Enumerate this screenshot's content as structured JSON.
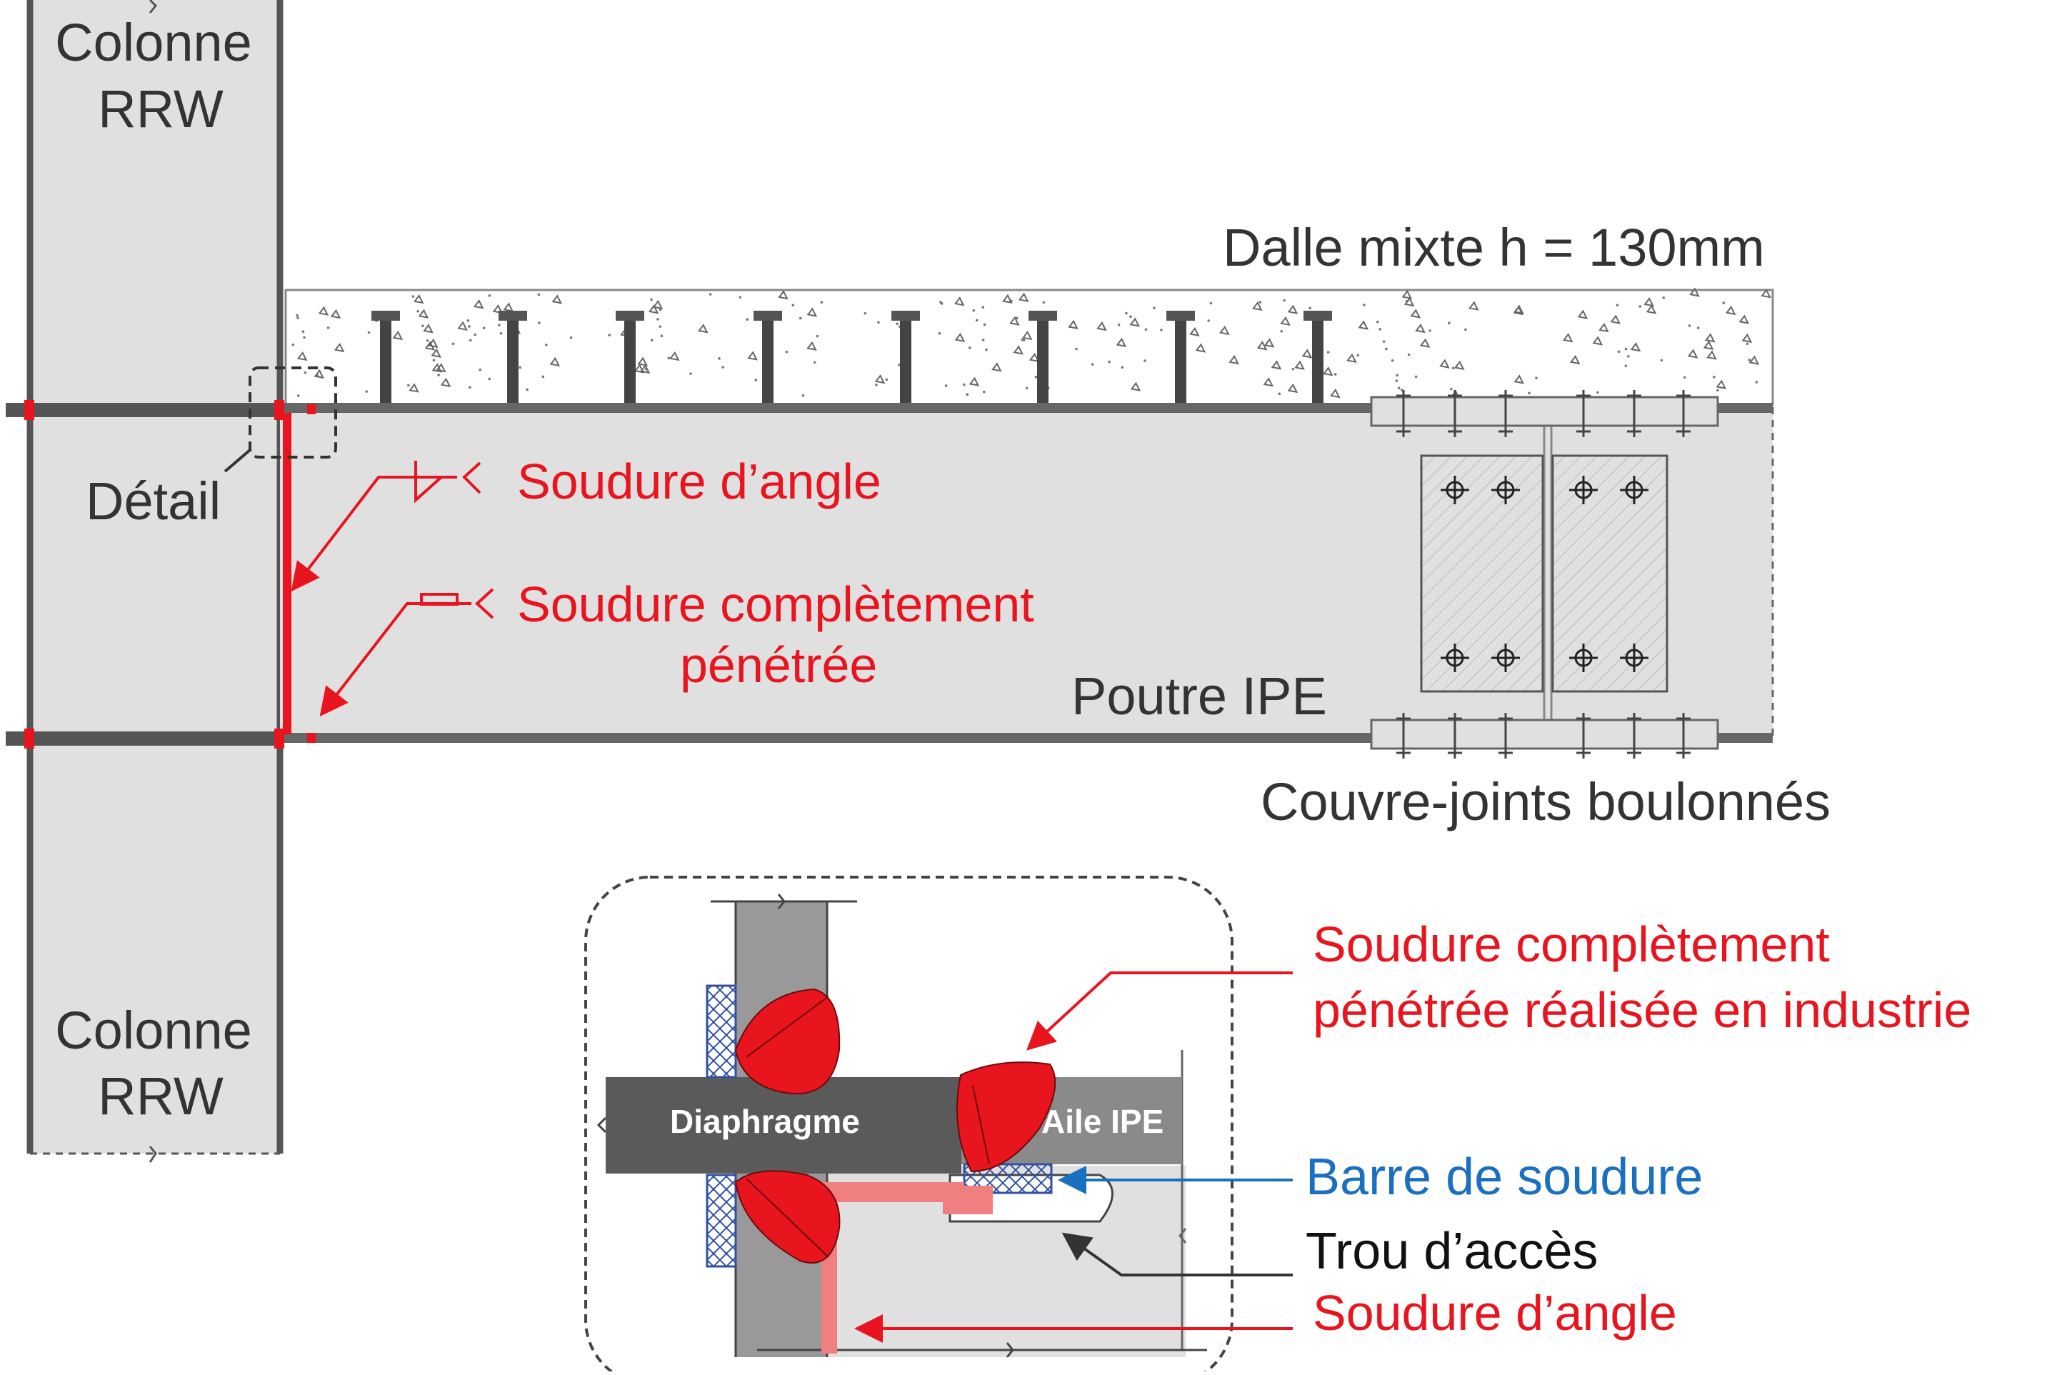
{
  "labels": {
    "column_top_line1": "Colonne",
    "column_top_line2": "RRW",
    "column_bottom_line1": "Colonne",
    "column_bottom_line2": "RRW",
    "slab": "Dalle mixte h = 130mm",
    "detail": "Détail",
    "fillet_weld": "Soudure d’angle",
    "cjp_weld_line1": "Soudure complètement",
    "cjp_weld_line2": "pénétrée",
    "beam": "Poutre IPE",
    "splice": "Couvre-joints boulonnés"
  },
  "detail_labels": {
    "shop_weld_line1": "Soudure complètement",
    "shop_weld_line2": "pénétrée réalisée en industrie",
    "backing_bar": "Barre de soudure",
    "access_hole": "Trou d’accès",
    "fillet_weld": "Soudure d’angle",
    "diaphragm": "Diaphragme",
    "flange": "Aile IPE"
  },
  "colors": {
    "weld_red": "#e8141e",
    "weld_pink": "#f08080",
    "backing_blue": "#1a6fc0",
    "steel_dark": "#555555",
    "member_fill": "#e0e0e0"
  }
}
